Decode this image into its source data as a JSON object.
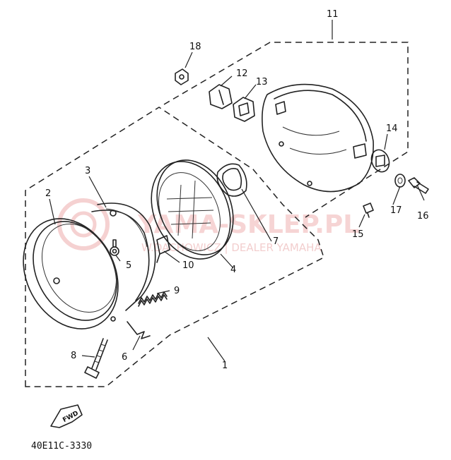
{
  "diagram_code": "40E11C-3330",
  "fwd_label": "FWD",
  "watermark": {
    "brand": "YAMA-SKLEP.PL",
    "dealer": "W.DACHOWICZ | DEALER YAMAHA"
  },
  "callouts": [
    "1",
    "2",
    "3",
    "4",
    "5",
    "6",
    "7",
    "8",
    "9",
    "10",
    "11",
    "12",
    "13",
    "14",
    "15",
    "16",
    "17",
    "18"
  ]
}
